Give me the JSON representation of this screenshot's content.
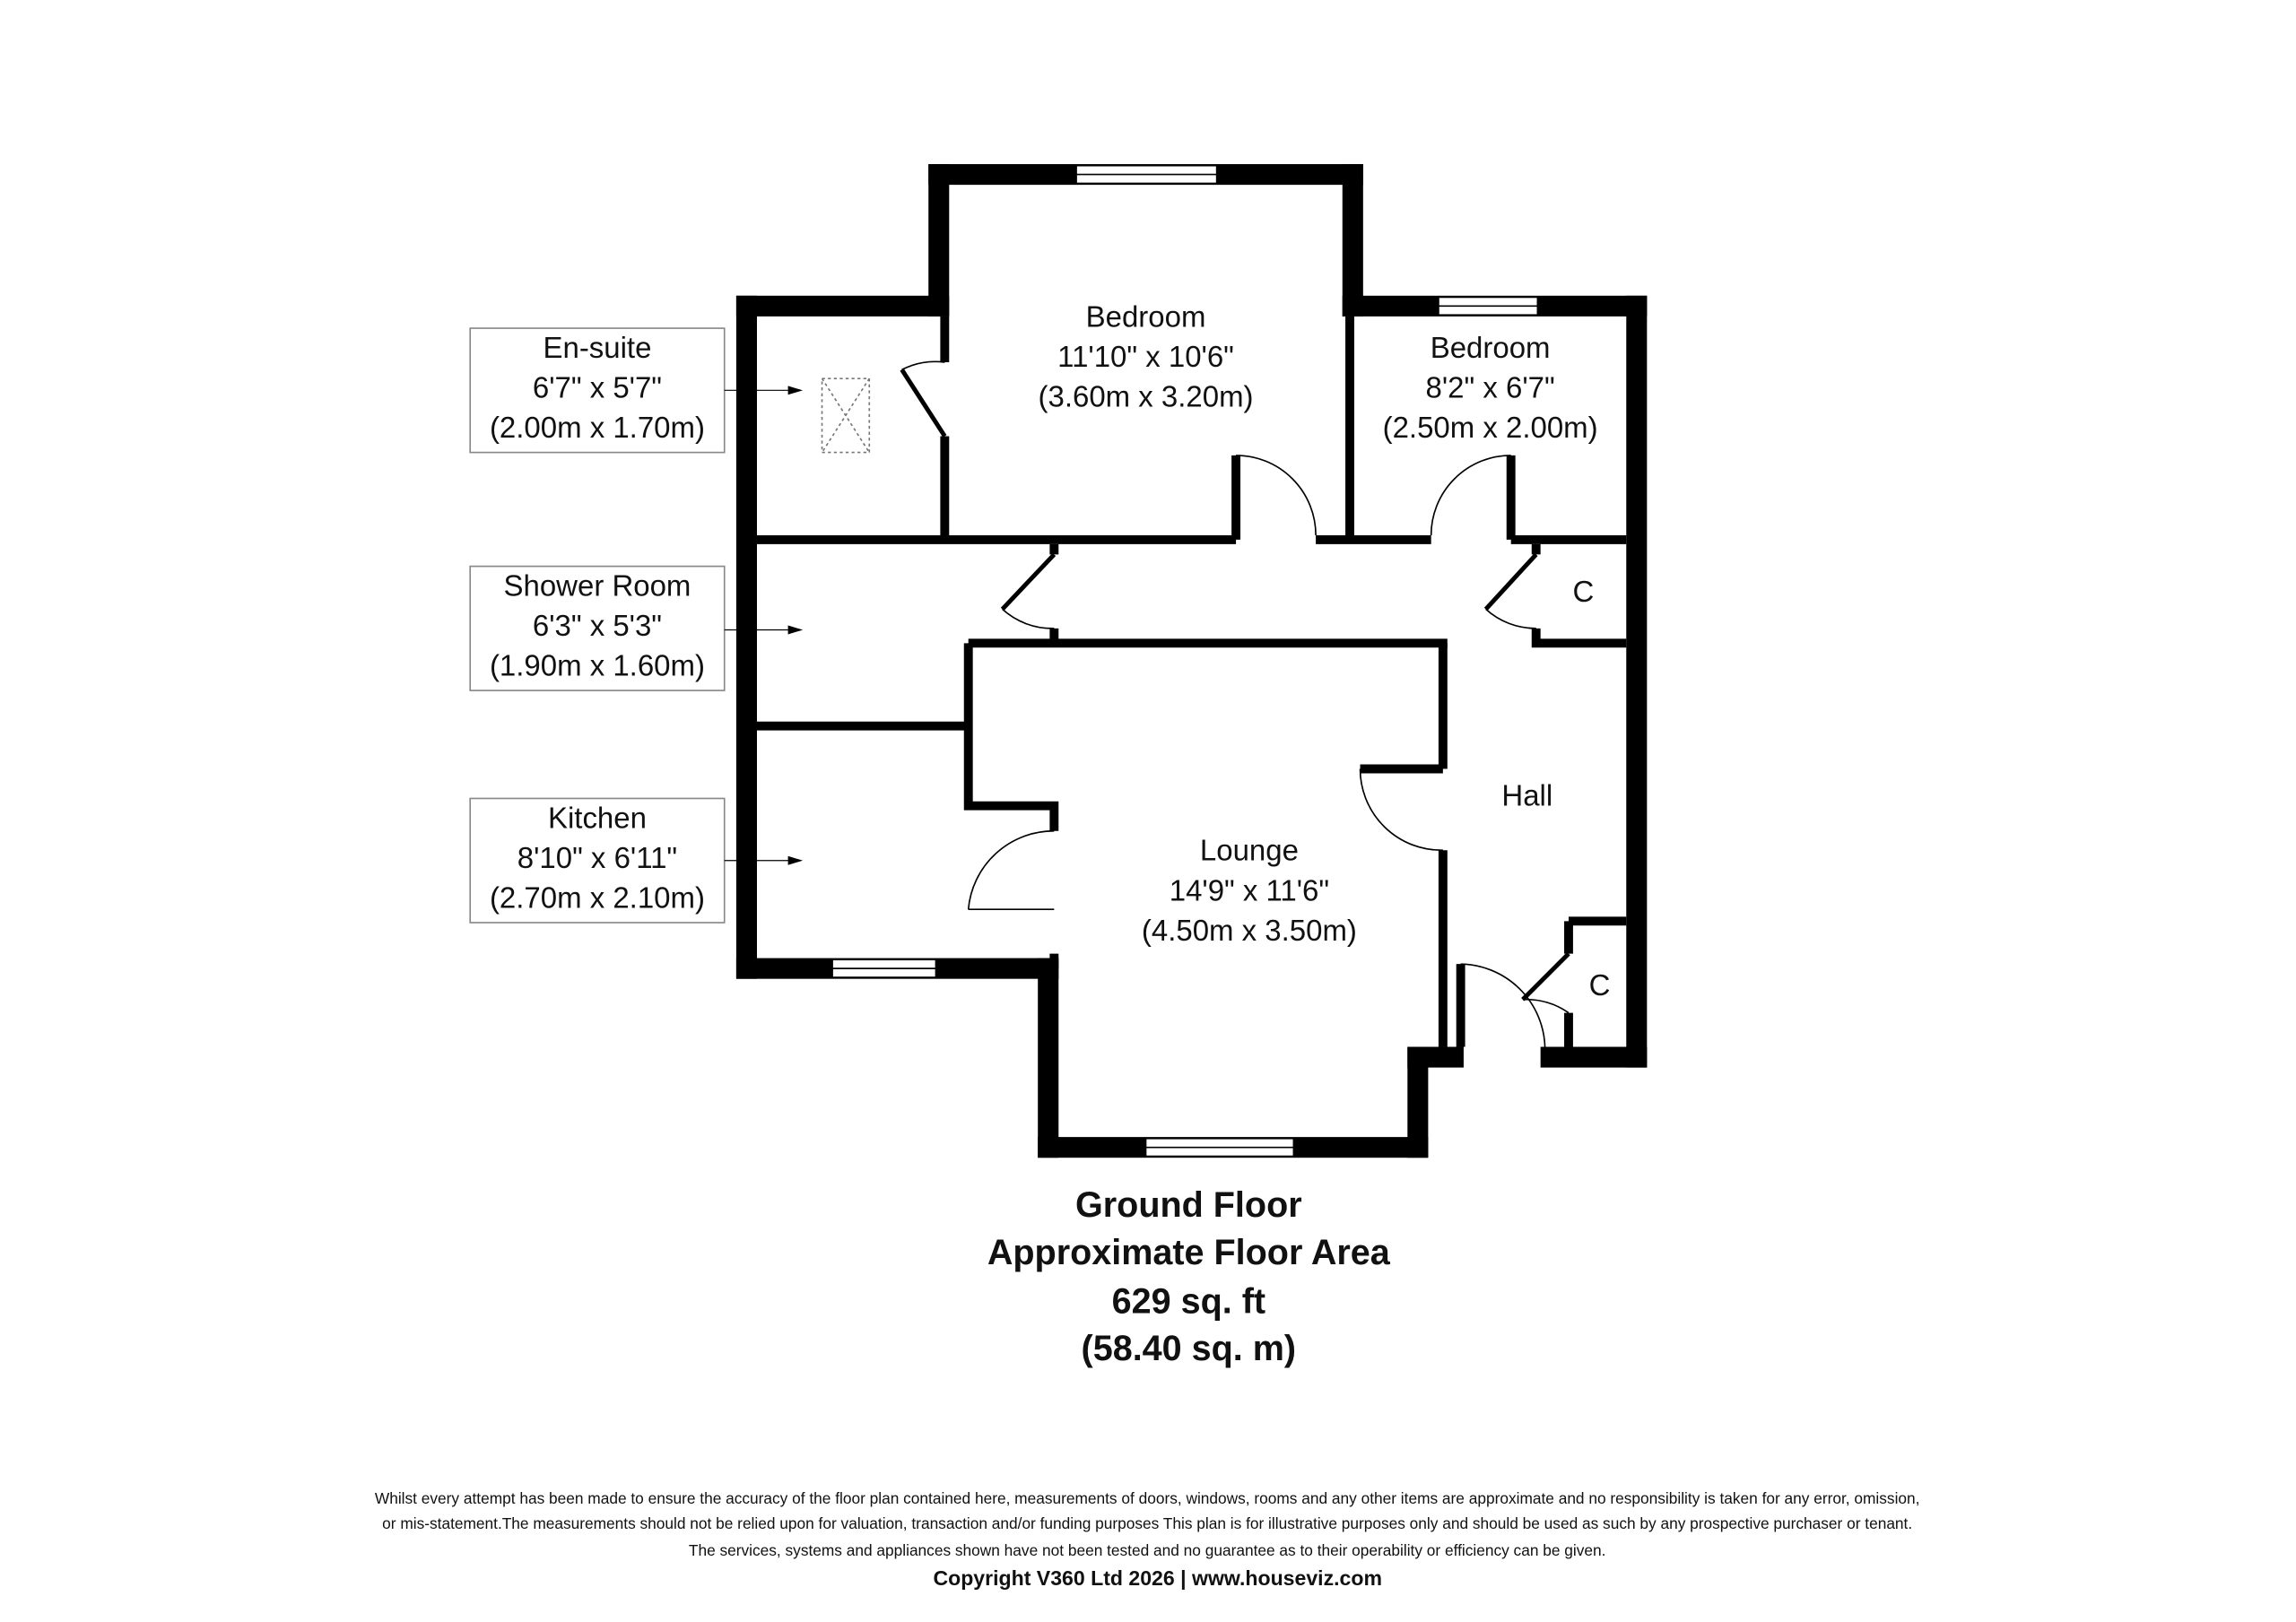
{
  "rooms": {
    "bedroom1": {
      "name": "Bedroom",
      "imperial": "11'10\" x 10'6\"",
      "metric": "(3.60m x 3.20m)"
    },
    "bedroom2": {
      "name": "Bedroom",
      "imperial": "8'2\" x 6'7\"",
      "metric": "(2.50m x 2.00m)"
    },
    "ensuite": {
      "name": "En-suite",
      "imperial": "6'7\" x 5'7\"",
      "metric": "(2.00m x 1.70m)"
    },
    "shower": {
      "name": "Shower Room",
      "imperial": "6'3\" x 5'3\"",
      "metric": "(1.90m x 1.60m)"
    },
    "kitchen": {
      "name": "Kitchen",
      "imperial": "8'10\" x 6'11\"",
      "metric": "(2.70m x 2.10m)"
    },
    "lounge": {
      "name": "Lounge",
      "imperial": "14'9\" x 11'6\"",
      "metric": "(4.50m x 3.50m)"
    },
    "hall": {
      "name": "Hall"
    },
    "cupboard1": {
      "name": "C"
    },
    "cupboard2": {
      "name": "C"
    }
  },
  "summary": {
    "floor": "Ground Floor",
    "area_label": "Approximate Floor Area",
    "area_sqft": "629 sq. ft",
    "area_sqm": "(58.40 sq. m)"
  },
  "footer": {
    "line1": "Whilst every attempt has been made to ensure the accuracy of the floor plan contained here, measurements of doors, windows, rooms and any other items are approximate and no responsibility is taken for any error, omission,",
    "line2": "or mis-statement.The measurements should not be relied upon for valuation, transaction and/or funding purposes This plan is for illustrative purposes only and should be used as such by any prospective purchaser or tenant.",
    "line3": "The services, systems and appliances shown have not been tested and no guarantee as to their operability or efficiency can be given.",
    "copyright": "Copyright V360 Ltd 2026 | www.houseviz.com"
  }
}
